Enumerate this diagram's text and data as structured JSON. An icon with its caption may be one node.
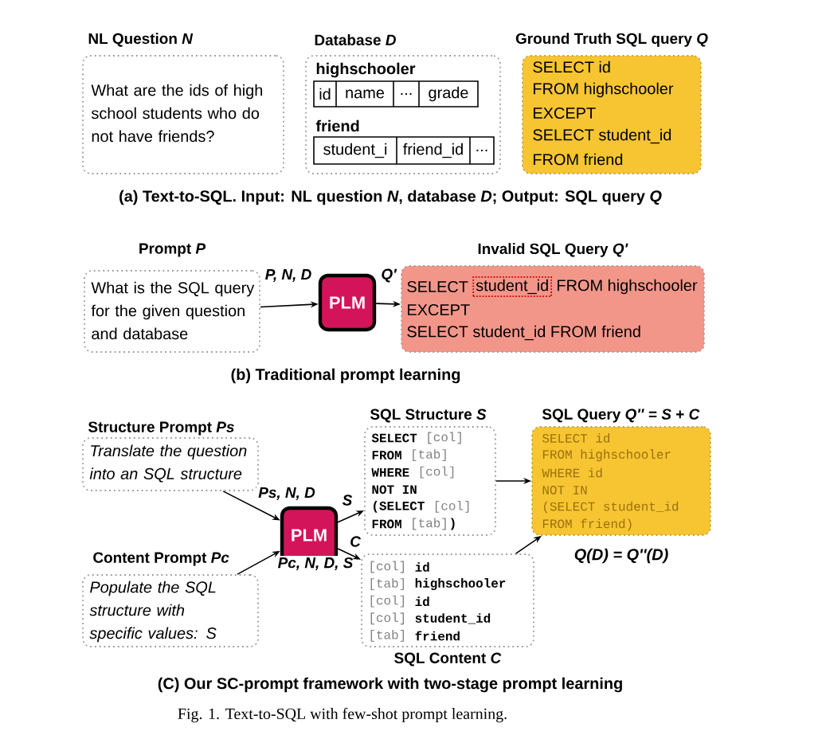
{
  "diagram": {
    "nodes": [
      {
        "text": [
          "NL Question *N*",
          "What are the ids of high school students who do not have friends?"
        ]
      },
      {
        "text": [
          "Database *D*"
        ]
      },
      {
        "text": [
          "id",
          "name",
          "...",
          "grade"
        ],
        "in": 1,
        "beside": [
          "highschooler"
        ]
      },
      {
        "text": [
          "student_i",
          "friend_id",
          "..."
        ],
        "in": 1,
        "beside": [
          "friend"
        ]
      },
      {
        "text": [
          "Ground Truth SQL query *Q*",
          "SELECT id",
          "FROM highschooler",
          "EXCEPT",
          "SELECT student_id",
          "FROM friend"
        ]
      },
      {
        "text": [
          "Prompt *P*",
          "What is the SQL query for the given question and database"
        ]
      },
      {
        "text": [
          "PLM"
        ]
      },
      {
        "text": [
          "Invalid SQL Query *Q'*",
          "SELECT",
          "FROM highschooler",
          "EXCEPT",
          "SELECT student_id FROM friend"
        ]
      },
      {
        "text": [
          "student_id"
        ],
        "in": 7
      },
      {
        "text": [
          "Structure Prompt *Ps*",
          "Translate the question into an SQL structure"
        ]
      },
      {
        "text": [
          "Content Prompt *Pc*",
          "Populate the SQL structure with specific values: S"
        ]
      },
      {
        "text": [
          "PLM"
        ]
      },
      {
        "text": [
          "SQL Structure *S*",
          "SELECT",
          "[col]",
          "FROM",
          "[tab]",
          "WHERE",
          "[col]",
          "NOT IN",
          "(SELECT",
          "[col]",
          "FROM",
          "[tab]",
          ")"
        ]
      },
      {
        "text": [
          "[col]",
          "id",
          "[tab]",
          "highschooler",
          "[col]",
          "id",
          "[col]",
          "student_id",
          "[tab]",
          "friend",
          "SQL Content *C*"
        ]
      },
      {
        "text": [
          "SQL Query *Q''* = *S* + *C*",
          "SELECT id",
          "FROM highschooler",
          "WHERE id",
          "NOT IN",
          "(SELECT student_id",
          "FROM friend)"
        ],
        "beside": [
          "Q(D) = Q''(D)"
        ]
      }
    ],
    "edges": [
      {
        "from": 5,
        "to": 6,
        "arrow": "to",
        "label": "P, N, D"
      },
      {
        "from": 6,
        "to": 7,
        "arrow": "to",
        "label": "Q'"
      },
      {
        "from": 9,
        "to": 11,
        "arrow": "to",
        "label": "Ps, N, D"
      },
      {
        "from": 10,
        "to": 11,
        "arrow": "to",
        "label": "Pc, N, D, S"
      },
      {
        "from": 11,
        "to": 12,
        "arrow": "to",
        "label": "S"
      },
      {
        "from": 11,
        "to": 13,
        "arrow": "to",
        "label": "C"
      },
      {
        "from": 12,
        "to": 14,
        "arrow": "to"
      },
      {
        "from": 13,
        "to": 14,
        "arrow": "to"
      }
    ],
    "labels": [
      "(a) Text-to-SQL. Input: NL question *N*, database *D*; Output: SQL query *Q*",
      "(b) Traditional prompt learning",
      "(C) Our SC-prompt framework with two-stage prompt learning",
      "Fig. 1. Text-to-SQL with few-shot prompt learning."
    ]
  }
}
